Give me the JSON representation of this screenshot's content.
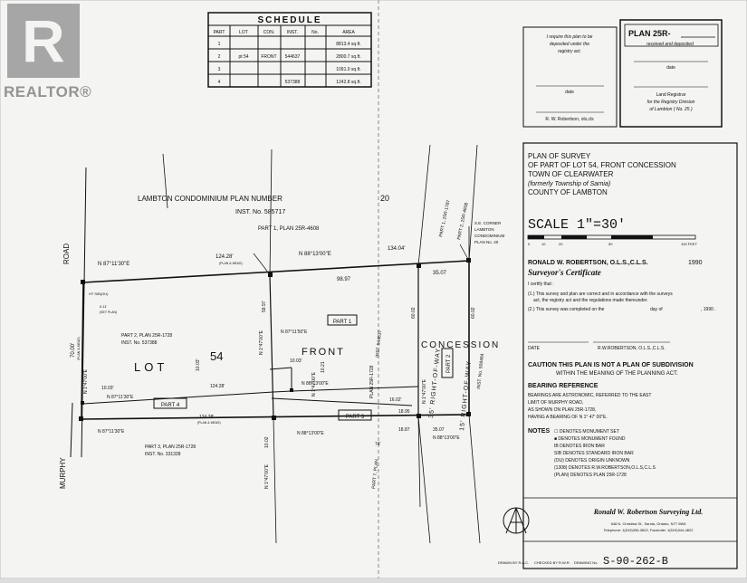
{
  "watermark": {
    "brand": "REALTOR",
    "reg": "®"
  },
  "schedule": {
    "title": "SCHEDULE",
    "headers": [
      "PART",
      "LOT",
      "CON.",
      "INST.",
      "No.",
      "AREA"
    ],
    "rows": [
      [
        "1",
        "",
        "",
        "",
        "",
        "8813.4 sq.ft."
      ],
      [
        "2",
        "pt 54",
        "FRONT",
        "544637",
        "",
        "2800.7 sq.ft."
      ],
      [
        "3",
        "",
        "",
        "",
        "",
        "1091.0 sq.ft."
      ],
      [
        "4",
        "",
        "",
        "537388",
        "",
        "1242.8 sq.ft."
      ]
    ]
  },
  "deposit_box": {
    "line1": "I require this plan to be",
    "line2": "deposited under the",
    "line3": "registry act.",
    "date": "date",
    "signer": "R. W. Robertson, ols,cls"
  },
  "plan_box": {
    "plan_no": "PLAN 25R-",
    "received": "received   and   deposited",
    "date": "date",
    "reg1": "Land Registrar",
    "reg2": "for the Registry Division",
    "reg3": "of Lambton  ( No. 25 )"
  },
  "title_block": {
    "l1": "PLAN OF SURVEY",
    "l2": "OF PART OF LOT 54, FRONT CONCESSION",
    "l3": "TOWN OF CLEARWATER",
    "l4": "(formerly Township of Sarnia)",
    "l5": "COUNTY OF LAMBTON"
  },
  "scale": {
    "label": "SCALE   1\"=30'",
    "ticks": [
      "0",
      "10",
      "20",
      "50",
      "100 FEET"
    ]
  },
  "surveyor": {
    "name": "RONALD W. ROBERTSON, O.L.S.,C.L.S.",
    "year": "1990",
    "cert_title": "Surveyor's Certificate",
    "certify": "I certify that :",
    "c1a": "(1.) This survey and plan are correct and in accordance with the surveys",
    "c1b": "act, the registry act and the regulations made thereunder.",
    "c2a": "(2.) This survey was completed on the",
    "c2b": "day of",
    "c2c": ", 1990 .",
    "date_label": "DATE",
    "sig": "R.W.ROBERTSON, O.L.S.,C.L.S."
  },
  "caution": {
    "l1": "CAUTION THIS PLAN IS NOT A PLAN OF SUBDIVISION",
    "l2": "WITHIN THE MEANING OF THE PLANNING ACT."
  },
  "bearing": {
    "title": "BEARING REFERENCE",
    "l1": "BEARINGS ARE ASTRONOMIC, REFERRED TO THE EAST",
    "l2": "LIMIT OF MURPHY ROAD,",
    "l3": "AS SHOWN ON PLAN 25R-1728,",
    "l4": "HAVING A BEARING OF N 1° 47' 00\"E."
  },
  "notes": {
    "title": "NOTES",
    "n1": "☐ DENOTES MONUMENT SET",
    "n2": "■ DENOTES MONUMENT FOUND",
    "n3": "IB DENOTES IRON BAR",
    "n4": "SIB DENOTES STANDARD IRON BAR",
    "n5": "(OU) DENOTES ORIGIN UNKNOWN",
    "n6": "(1308) DENOTES R.W.ROBERTSON,O.L.S,C.L.S",
    "n7": "(PLAN) DENOTES PLAN 25R-1728"
  },
  "company": {
    "name": "Ronald W. Robertson Surveying Ltd.",
    "addr": "548 N. Christina St., Sarnia, Ontario, N7T 5W6",
    "phone": "Telephone: 1(519)336-3602, Facsimile: 1(519)344-4822"
  },
  "footer": {
    "drawn": "DRAWN BY R.A.C.",
    "checked": "CHECKED BY R.W.R.",
    "drawing": "DRAWING No.",
    "number": "S-90-262-B"
  },
  "plan": {
    "lcp1": "LAMBTON   CONDOMINIUM   PLAN   NUMBER",
    "lcp_no": "20",
    "inst": "INST.          No.     585717",
    "part1_plan": "PART  1,   PLAN   25R-4608",
    "road": "ROAD",
    "murphy": "MURPHY",
    "b_top_left": "N 87°11'30\"E",
    "b_top_mid": "N 88°13'00\"E",
    "d_124_top": "124.28'",
    "plan_meas": "(PLAN & MEAS)",
    "d_134": "134.04'",
    "d_9897": "98.97",
    "d_3507_top": "35.07",
    "se1": "S.E. CORNER",
    "se2": "LAMBTON",
    "se3": "CONDOMINIUM",
    "se4": "PLAN No. 20",
    "p1_25r": "PART 1, 25R-1787",
    "p2_25r": "PART 2, 25R-4608",
    "ht": "HT SIB(OU)",
    "set_plan": "0.11'",
    "set_plan2": "(SET PLAN)",
    "d_70": "70.00'",
    "d_70b": "(PLAN & MEAS)",
    "p2plan1": "PART 2, PLAN 25R-1728",
    "p2inst1": "INST. No. 537388",
    "lot": "LOT",
    "lot_no": "54",
    "front": "FRONT",
    "concession": "CONCESSION",
    "part1": "PART 1",
    "part2": "PART 2",
    "part3": "PART 3",
    "part4": "PART 4",
    "d_1003a": "10.03'",
    "d_1003b": "10.03'",
    "d_1003c": "10.03'",
    "d_1021": "10.21",
    "d_5997": "59.97",
    "d_6002a": "60.02",
    "d_6002b": "60.02",
    "b_1470_a": "N 1°47'00\"E",
    "b_1470_b": "N 1°47'00\"E",
    "b_1470_c": "N 1°47'00\"E",
    "b_1470_d": "N 1°47'00\"E",
    "b_1470_e": "N 1°47'00\"E",
    "b_mid": "N 87°11'50\"E",
    "b_mid2": "N 88°13'00\"E",
    "b_mid3": "N 87°11'30\"E",
    "b_bot_left": "N 87°11'30\"E",
    "b_bot_mid": "N 88°13'00\"E",
    "b_bot_right": "N 88°13'00\"E",
    "d_124_mid": "124.28'",
    "d_124_bot": "124.28'",
    "d_124_bot2": "(PLAN & MEAS)",
    "d_1602": "16.02'",
    "d_1895": "18.95",
    "d_1887": "18.87",
    "d_3507_bot": "35.07",
    "d_1002": "10.02",
    "rw1": "35'  RIGHT-OF-WAY",
    "rw2": "15'  RIGHT-OF-WAY",
    "inst_544637": "INST. 544637",
    "inst_508": "INST. No. 508484",
    "p3plan1": "PART 3, PLAN 25R-1728",
    "p3inst1": "INST. No. 331328",
    "pl_25r": "PLAN 25R-1728",
    "pt7": "PART 7, PLAN",
    "d_74": "74'"
  }
}
